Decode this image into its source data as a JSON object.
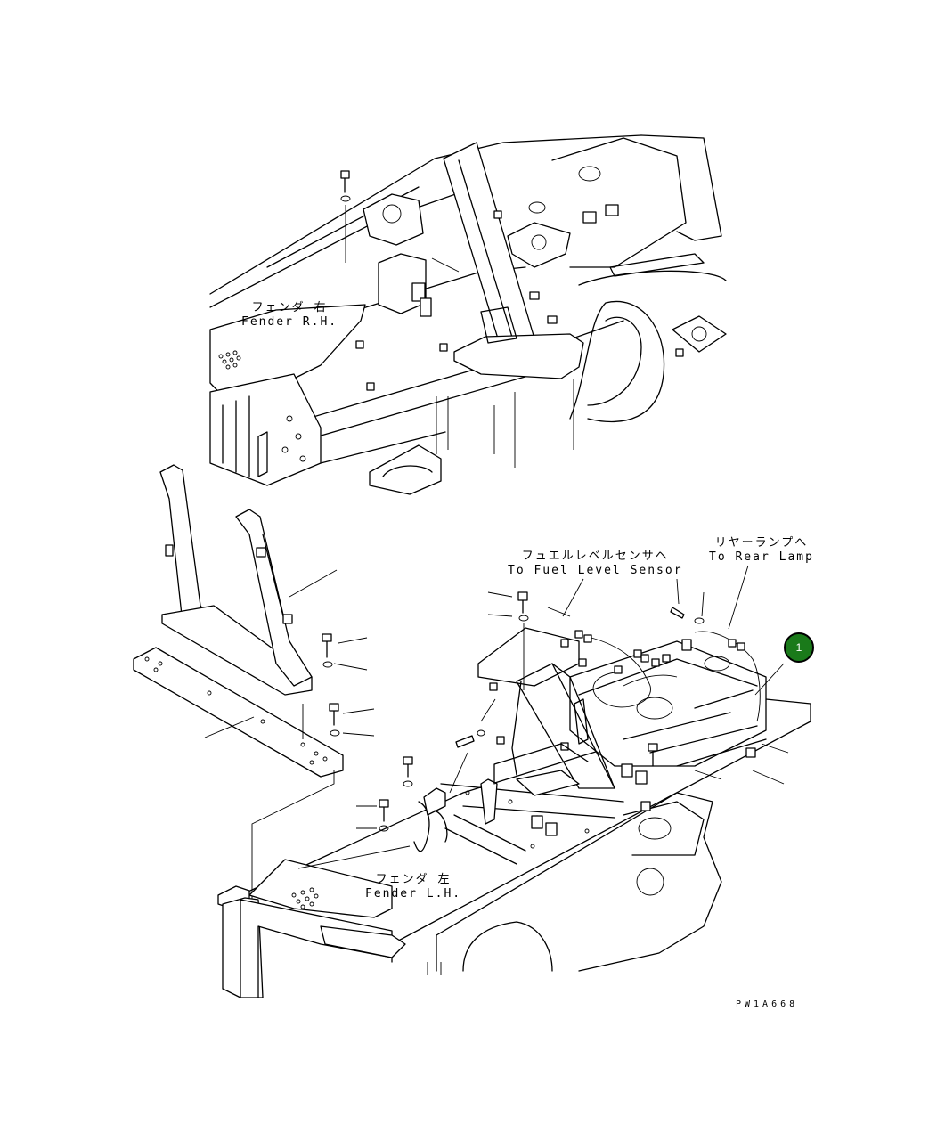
{
  "labels": {
    "fender_rh": {
      "jp": "フェンダ 右",
      "en": "Fender R.H."
    },
    "fender_lh": {
      "jp": "フェンダ 左",
      "en": "Fender L.H."
    },
    "fuel_sensor": {
      "jp": "フュエルレベルセンサヘ",
      "en": "To Fuel Level Sensor"
    },
    "rear_lamp": {
      "jp": "リヤーランプへ",
      "en": "To Rear Lamp"
    }
  },
  "callout": {
    "number": "1",
    "color": "#1a7a1a"
  },
  "drawing_code": "PW1A668"
}
